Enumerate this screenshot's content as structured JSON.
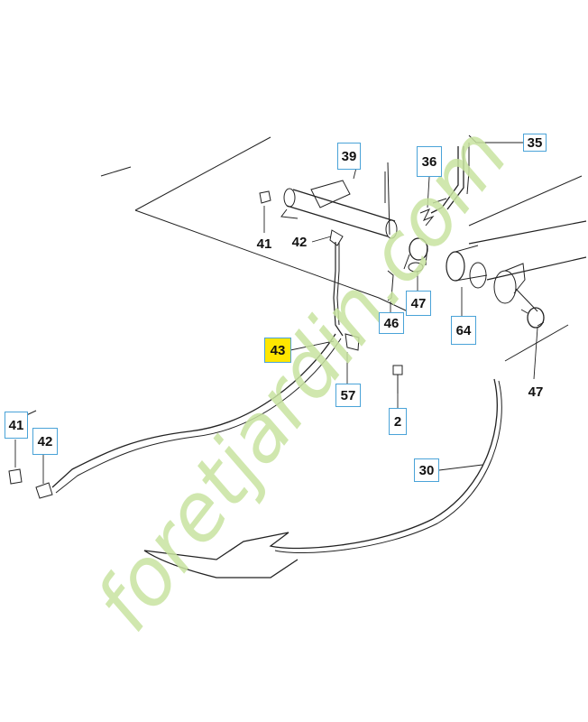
{
  "watermark": {
    "text": "foretjardin.com",
    "color": "#c8e3a0"
  },
  "colors": {
    "label_border": "#4aa3d8",
    "highlight": "#ffe600",
    "line": "#222222"
  },
  "callouts": {
    "p35": "35",
    "p39": "39",
    "p36": "36",
    "p41_top": "41",
    "p42_top": "42",
    "p47_top": "47",
    "p64": "64",
    "p46": "46",
    "p47_right": "47",
    "p43": "43",
    "p57": "57",
    "p2": "2",
    "p41_left": "41",
    "p42_left": "42",
    "p30": "30"
  }
}
